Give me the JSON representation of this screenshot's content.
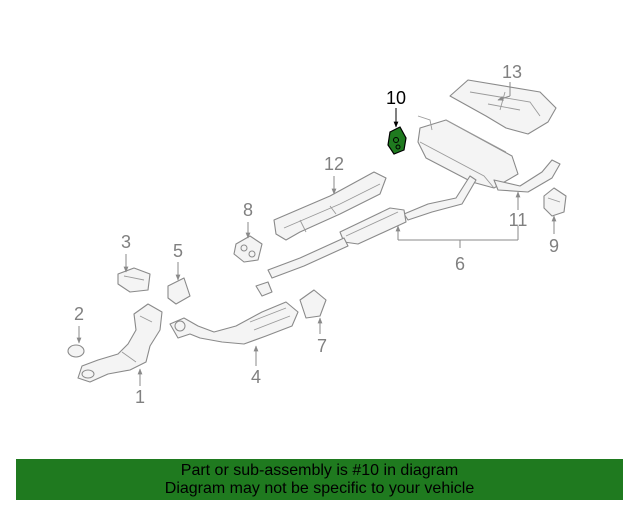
{
  "diagram": {
    "callouts": [
      "1",
      "2",
      "3",
      "4",
      "5",
      "6",
      "7",
      "8",
      "9",
      "10",
      "11",
      "12",
      "13"
    ],
    "highlighted_part": "10",
    "highlight_color": "#1f7a1f"
  },
  "footer": {
    "background": "#1f7a1f",
    "line1": "Part or sub-assembly is #10 in diagram",
    "line2": "Diagram may not be specific to your vehicle"
  }
}
